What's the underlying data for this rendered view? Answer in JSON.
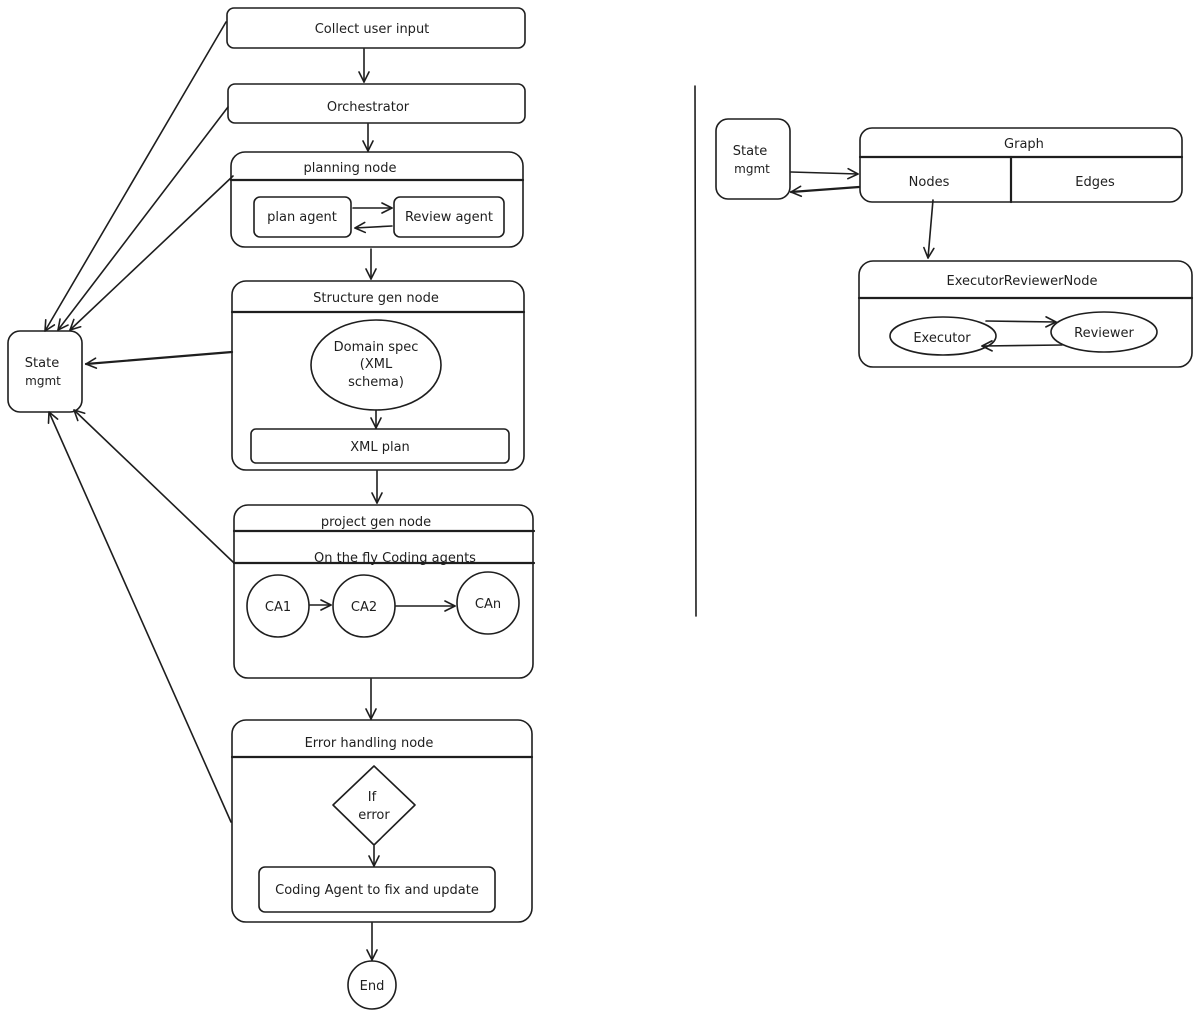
{
  "left_flow": {
    "collect_input": "Collect user input",
    "orchestrator": "Orchestrator",
    "planning_node": {
      "title": "planning node",
      "plan_agent": "plan agent",
      "review_agent": "Review agent"
    },
    "structure_node": {
      "title": "Structure gen node",
      "domain_spec_line1": "Domain spec",
      "domain_spec_line2": "(XML",
      "domain_spec_line3": "schema)",
      "xml_plan": "XML plan"
    },
    "project_node": {
      "title": "project gen node",
      "subtitle": "On the fly Coding agents",
      "agents": [
        "CA1",
        "CA2",
        "CAn"
      ]
    },
    "error_node": {
      "title": "Error handling node",
      "decision_line1": "If",
      "decision_line2": "error",
      "fix_agent": "Coding Agent to fix and update"
    },
    "end": "End",
    "state_line1": "State",
    "state_line2": "mgmt"
  },
  "right_diagram": {
    "state_line1": "State",
    "state_line2": "mgmt",
    "graph": {
      "title": "Graph",
      "nodes": "Nodes",
      "edges": "Edges"
    },
    "executor_reviewer": {
      "title": "ExecutorReviewerNode",
      "executor": "Executor",
      "reviewer": "Reviewer"
    }
  },
  "icons": {
    "arrowhead": "arrowhead-open"
  }
}
